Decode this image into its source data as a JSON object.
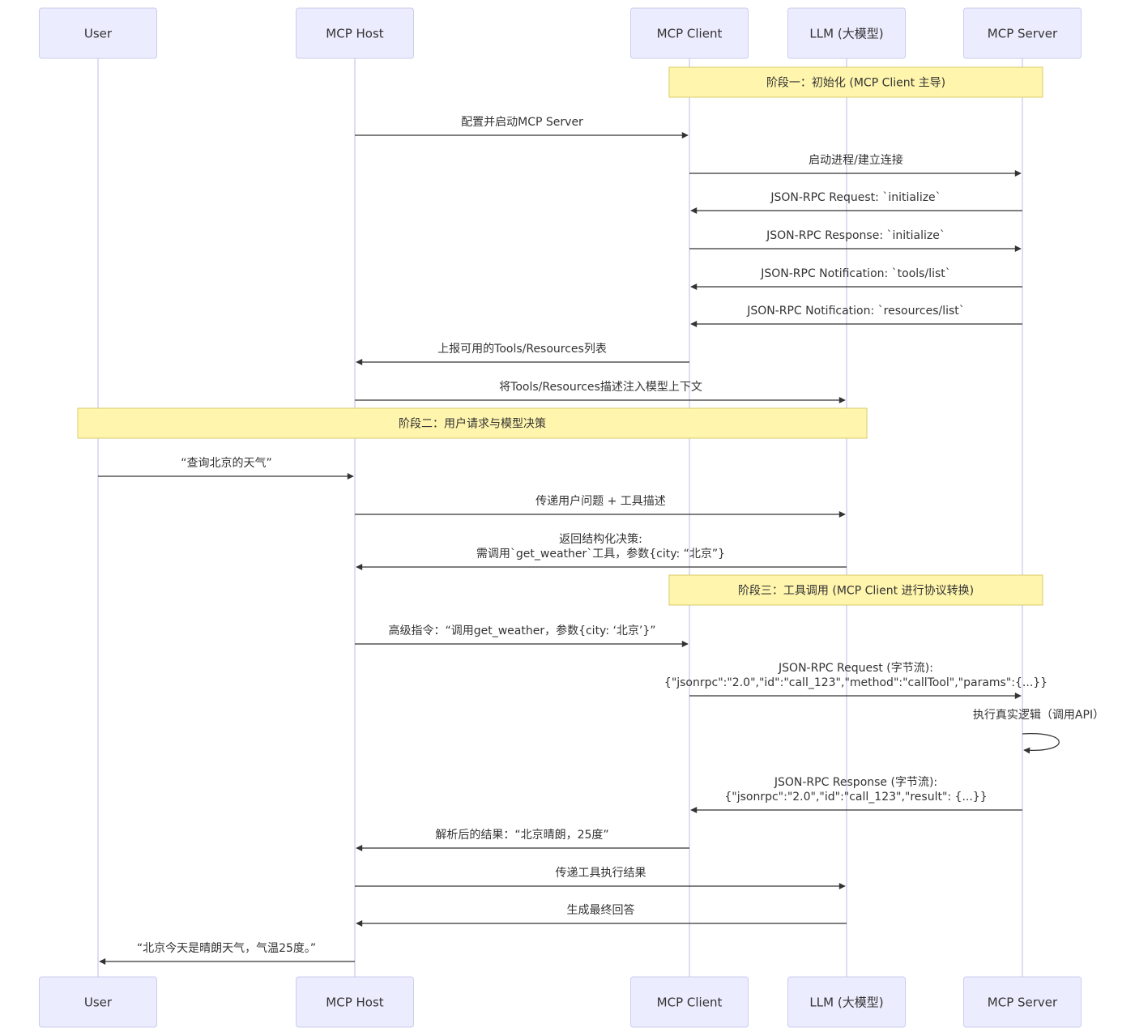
{
  "colors": {
    "actor_fill": "#ECECFF",
    "actor_border": "#CCCCEE",
    "lifeline": "#C8C8EA",
    "note_fill": "#FFF5AD",
    "note_border": "#D8CC6A",
    "text": "#333333",
    "arrow": "#333333"
  },
  "participants": [
    {
      "id": "user",
      "label": "User"
    },
    {
      "id": "host",
      "label": "MCP Host"
    },
    {
      "id": "client",
      "label": "MCP Client"
    },
    {
      "id": "llm",
      "label": "LLM (大模型)"
    },
    {
      "id": "server",
      "label": "MCP Server"
    }
  ],
  "notes": [
    {
      "id": "phase1",
      "text": "阶段一：初始化 (MCP Client 主导)",
      "over": [
        "client",
        "server"
      ]
    },
    {
      "id": "phase2",
      "text": "阶段二：用户请求与模型决策",
      "over": [
        "user",
        "llm"
      ]
    },
    {
      "id": "phase3",
      "text": "阶段三：工具调用 (MCP Client 进行协议转换)",
      "over": [
        "client",
        "server"
      ]
    }
  ],
  "messages": [
    {
      "from": "host",
      "to": "client",
      "lines": [
        "配置并启动MCP Server"
      ]
    },
    {
      "from": "client",
      "to": "server",
      "lines": [
        "启动进程/建立连接"
      ]
    },
    {
      "from": "server",
      "to": "client",
      "lines": [
        "JSON-RPC Request: `initialize`"
      ]
    },
    {
      "from": "client",
      "to": "server",
      "lines": [
        "JSON-RPC Response: `initialize`"
      ]
    },
    {
      "from": "server",
      "to": "client",
      "lines": [
        "JSON-RPC Notification: `tools/list`"
      ]
    },
    {
      "from": "server",
      "to": "client",
      "lines": [
        "JSON-RPC Notification: `resources/list`"
      ]
    },
    {
      "from": "client",
      "to": "host",
      "lines": [
        "上报可用的Tools/Resources列表"
      ]
    },
    {
      "from": "host",
      "to": "llm",
      "lines": [
        "将Tools/Resources描述注入模型上下文"
      ]
    },
    {
      "from": "user",
      "to": "host",
      "lines": [
        "“查询北京的天气”"
      ]
    },
    {
      "from": "host",
      "to": "llm",
      "lines": [
        "传递用户问题 + 工具描述"
      ]
    },
    {
      "from": "llm",
      "to": "host",
      "lines": [
        "返回结构化决策:",
        "需调用`get_weather`工具，参数{city: “北京”}"
      ]
    },
    {
      "from": "host",
      "to": "client",
      "lines": [
        "高级指令：“调用get_weather，参数{city: ‘北京’}”"
      ]
    },
    {
      "from": "client",
      "to": "server",
      "lines": [
        "JSON-RPC Request (字节流):",
        "{\"jsonrpc\":\"2.0\",\"id\":\"call_123\",\"method\":\"callTool\",\"params\":{...}}"
      ]
    },
    {
      "from": "server",
      "to": "server",
      "lines": [
        "执行真实逻辑（调用API）"
      ]
    },
    {
      "from": "server",
      "to": "client",
      "lines": [
        "JSON-RPC Response (字节流):",
        "{\"jsonrpc\":\"2.0\",\"id\":\"call_123\",\"result\": {...}}"
      ]
    },
    {
      "from": "client",
      "to": "host",
      "lines": [
        "解析后的结果：“北京晴朗，25度”"
      ]
    },
    {
      "from": "host",
      "to": "llm",
      "lines": [
        "传递工具执行结果"
      ]
    },
    {
      "from": "llm",
      "to": "host",
      "lines": [
        "生成最终回答"
      ]
    },
    {
      "from": "host",
      "to": "user",
      "lines": [
        "“北京今天是晴朗天气，气温25度。”"
      ]
    }
  ]
}
